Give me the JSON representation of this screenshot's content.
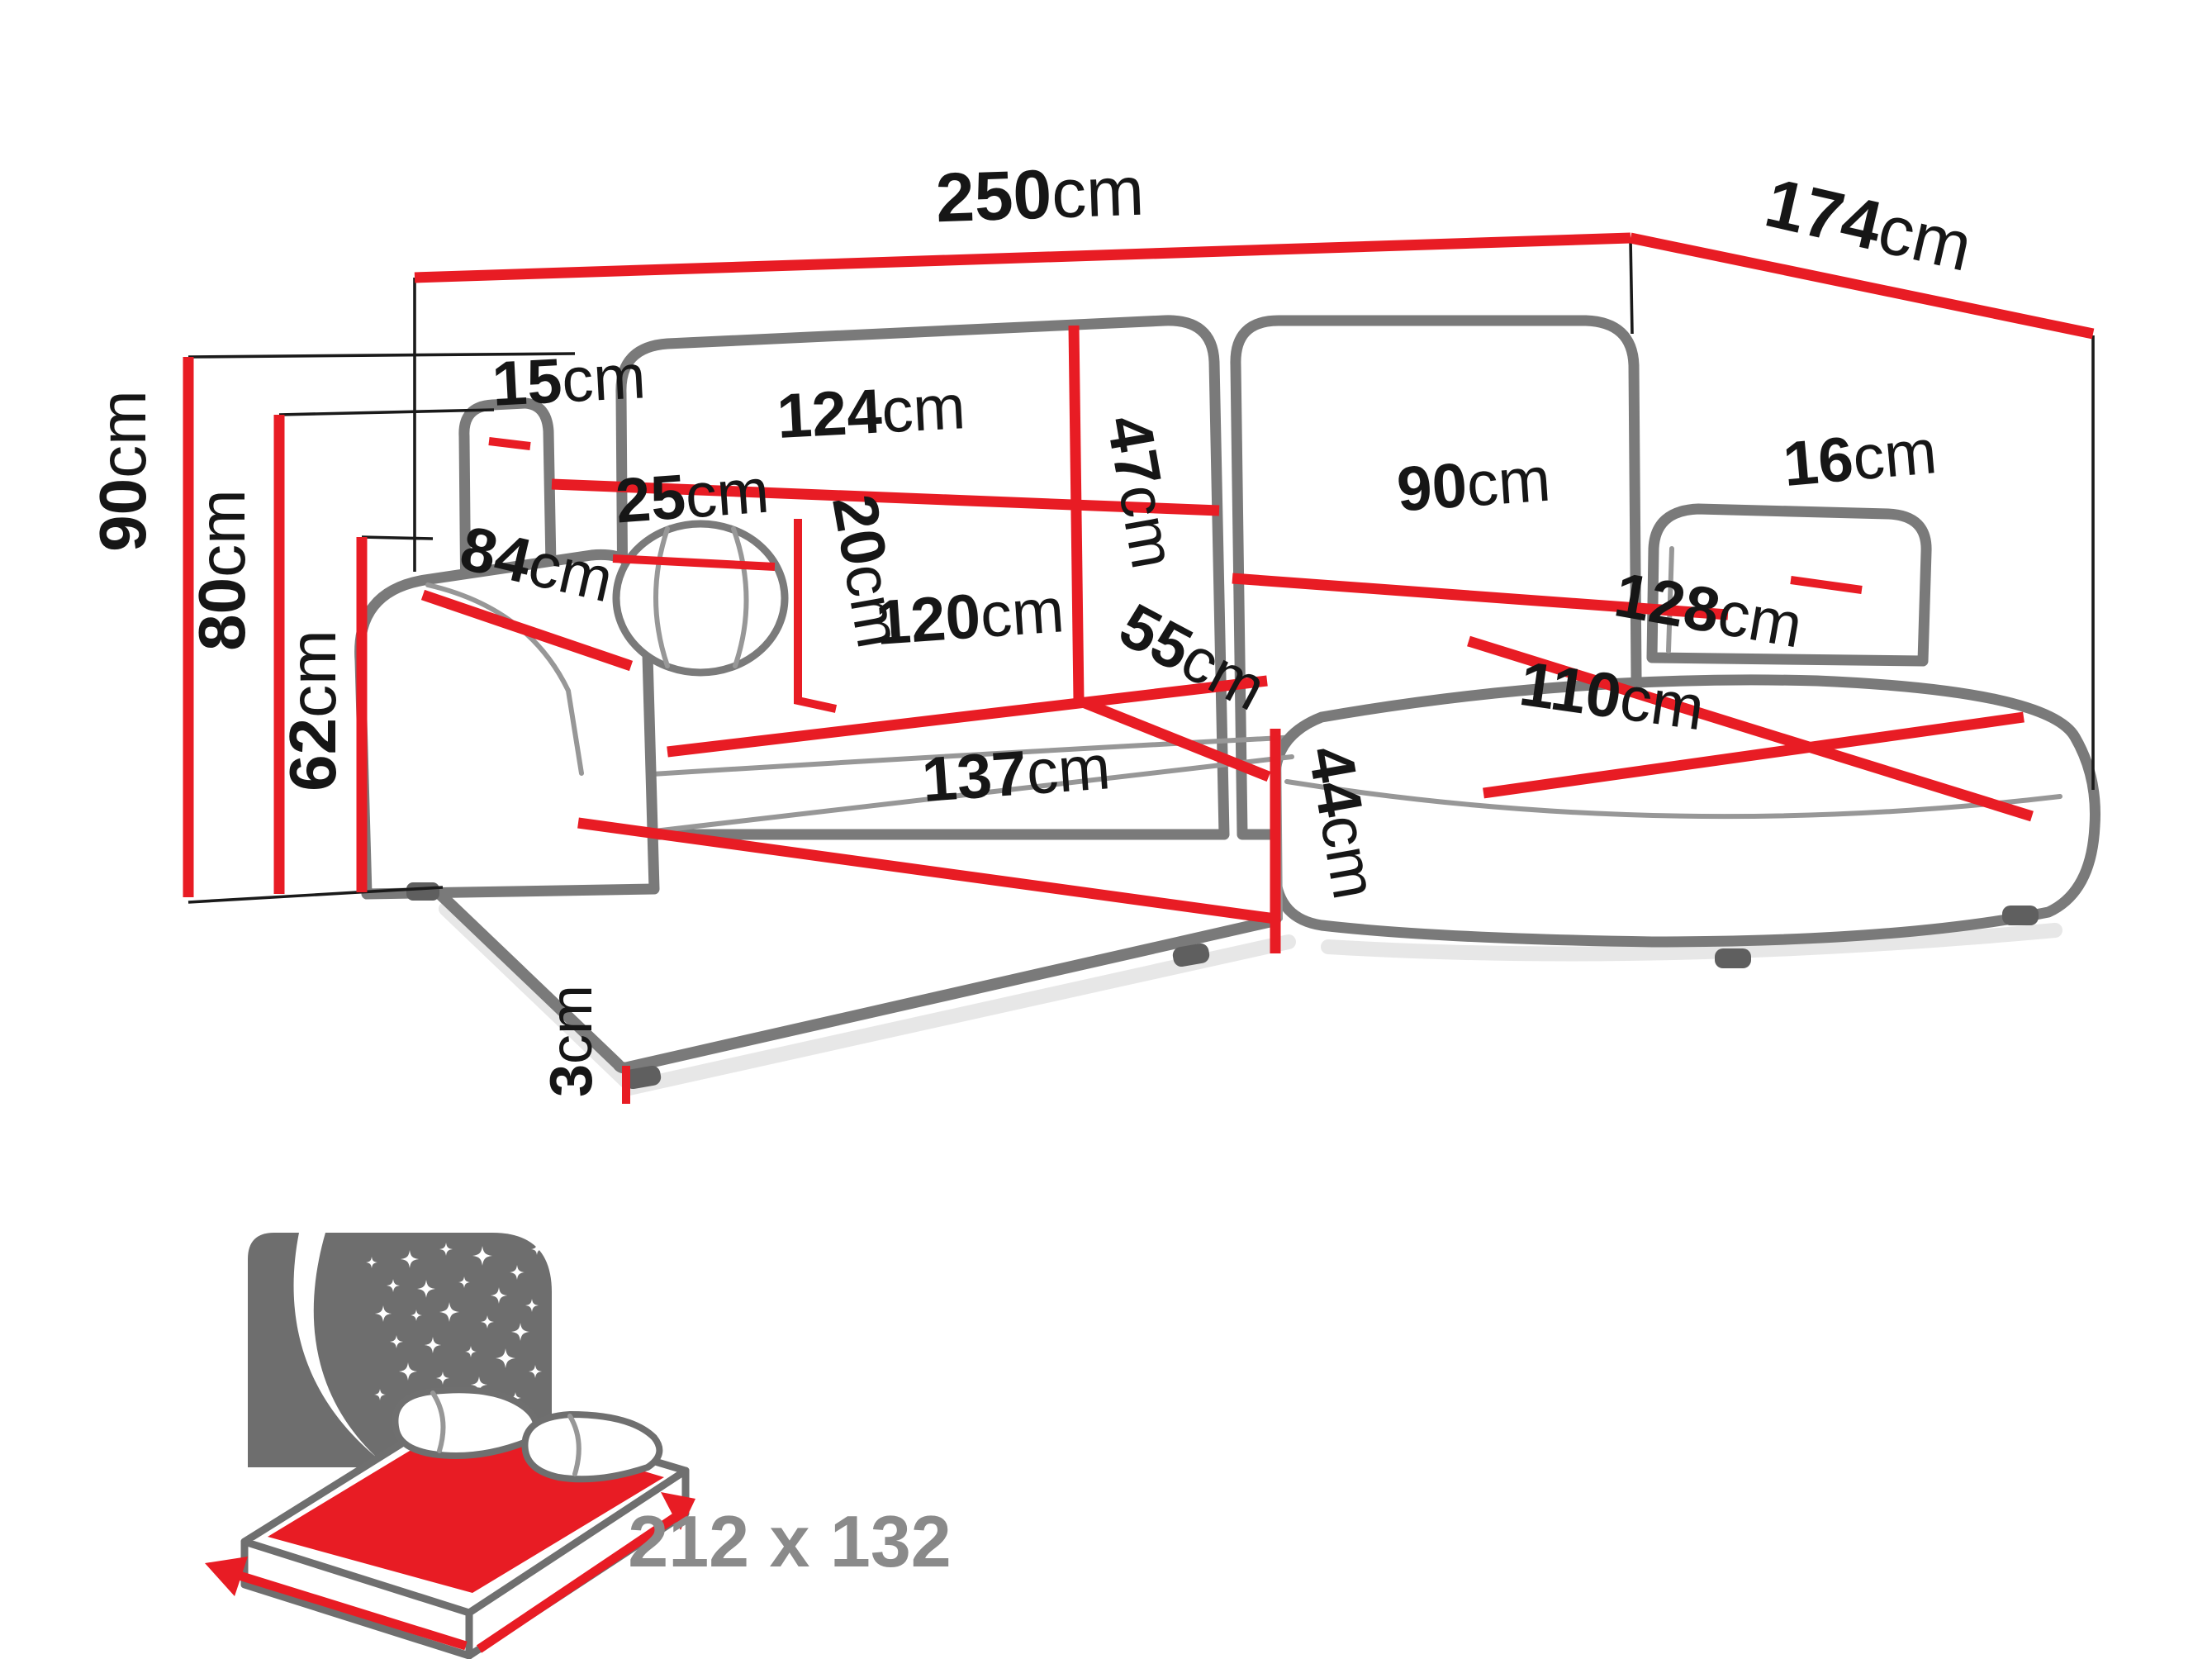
{
  "diagram": {
    "type": "sofa-dimension-diagram",
    "unit": "cm",
    "dimensions": {
      "total_width": {
        "value": "250",
        "unit": "cm"
      },
      "total_depth": {
        "value": "174",
        "unit": "cm"
      },
      "height_total": {
        "value": "90",
        "unit": "cm"
      },
      "height_armrest": {
        "value": "80",
        "unit": "cm"
      },
      "height_seat": {
        "value": "62",
        "unit": "cm"
      },
      "headrest_post_width": {
        "value": "15",
        "unit": "cm"
      },
      "backrest_width": {
        "value": "124",
        "unit": "cm"
      },
      "backrest_height": {
        "value": "47",
        "unit": "cm"
      },
      "back_cushion_width": {
        "value": "90",
        "unit": "cm"
      },
      "right_armrest_height": {
        "value": "16",
        "unit": "cm"
      },
      "pillow_diameter": {
        "value": "25",
        "unit": "cm"
      },
      "pillow_height": {
        "value": "20",
        "unit": "cm"
      },
      "seat_width": {
        "value": "120",
        "unit": "cm"
      },
      "seat_depth": {
        "value": "55",
        "unit": "cm"
      },
      "chaise_length": {
        "value": "128",
        "unit": "cm"
      },
      "chaise_width": {
        "value": "110",
        "unit": "cm"
      },
      "armrest_depth": {
        "value": "84",
        "unit": "cm"
      },
      "front_base_width": {
        "value": "137",
        "unit": "cm"
      },
      "base_height": {
        "value": "44",
        "unit": "cm"
      },
      "feet_height": {
        "value": "3",
        "unit": "cm"
      }
    },
    "sleeping_area": {
      "label": "212 x 132"
    },
    "colors": {
      "dimension_line": "#e81c24",
      "sofa_outline": "#7a7a7a",
      "label_text": "#161616",
      "icon_panel_gray": "#6e6e6e",
      "sleeping_text_gray": "#8a8a8a"
    }
  }
}
